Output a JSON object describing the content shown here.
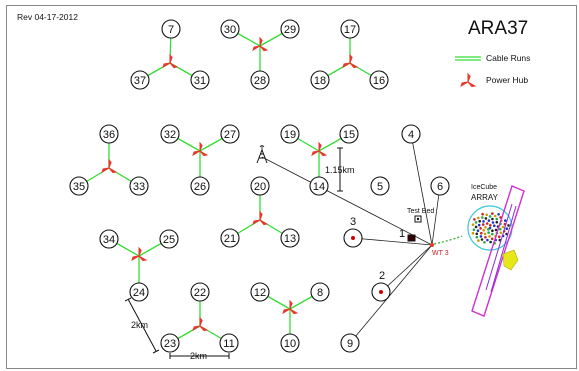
{
  "revision": "Rev 04-17-2012",
  "title": "ARA37",
  "legend": {
    "cable_runs": "Cable Runs",
    "power_hub": "Power Hub",
    "cable_color": "#33dd33",
    "hub_color": "#e8372b"
  },
  "stations": [
    {
      "id": "7"
    },
    {
      "id": "31"
    },
    {
      "id": "37"
    },
    {
      "id": "30"
    },
    {
      "id": "29"
    },
    {
      "id": "28"
    },
    {
      "id": "17"
    },
    {
      "id": "16"
    },
    {
      "id": "18"
    },
    {
      "id": "36"
    },
    {
      "id": "35"
    },
    {
      "id": "33"
    },
    {
      "id": "32"
    },
    {
      "id": "27"
    },
    {
      "id": "26"
    },
    {
      "id": "19"
    },
    {
      "id": "15"
    },
    {
      "id": "14"
    },
    {
      "id": "4"
    },
    {
      "id": "5"
    },
    {
      "id": "6"
    },
    {
      "id": "20"
    },
    {
      "id": "21"
    },
    {
      "id": "13"
    },
    {
      "id": "34"
    },
    {
      "id": "25"
    },
    {
      "id": "24"
    },
    {
      "id": "22"
    },
    {
      "id": "23"
    },
    {
      "id": "11"
    },
    {
      "id": "12"
    },
    {
      "id": "8"
    },
    {
      "id": "10"
    },
    {
      "id": "9"
    }
  ],
  "labels": {
    "scale_1": "1.15km",
    "scale_2": "2km",
    "scale_3": "2km",
    "test_bed": "Test Bed",
    "icecube_1": "IceCube",
    "icecube_2": "ARRAY",
    "wt3": "WT 3",
    "num_1": "1",
    "num_2": "2",
    "num_3": "3"
  }
}
